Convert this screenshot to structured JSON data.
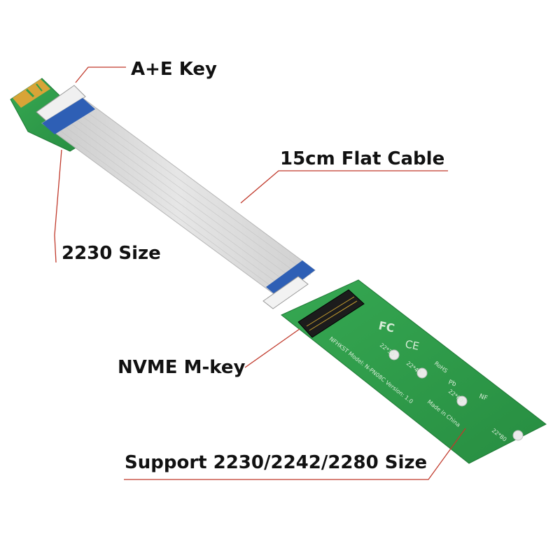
{
  "labels": {
    "ae_key": "A+E Key",
    "flat_cable": "15cm Flat Cable",
    "size_2230": "2230 Size",
    "nvme_mkey": "NVME M-key",
    "support": "Support 2230/2242/2280 Size"
  },
  "board_print": {
    "fc": "FC",
    "ce": "CE",
    "model": "NFHKST Model: N-PN08C  Version: 1.0",
    "rohs": "RoHS",
    "pb": "Pb",
    "nf": "NF",
    "made_in": "Made in China",
    "hole_2230": "22*30",
    "hole_2242": "22*42",
    "hole_2260": "22*60",
    "hole_2280": "22*80"
  },
  "colors": {
    "pcb_green": "#2f9e4a",
    "pcb_dark": "#1f7a36",
    "cable_grey": "#dcdcdc",
    "cable_blue": "#2e5fb5",
    "leader_red": "#c0392b",
    "gold": "#d8a437"
  }
}
